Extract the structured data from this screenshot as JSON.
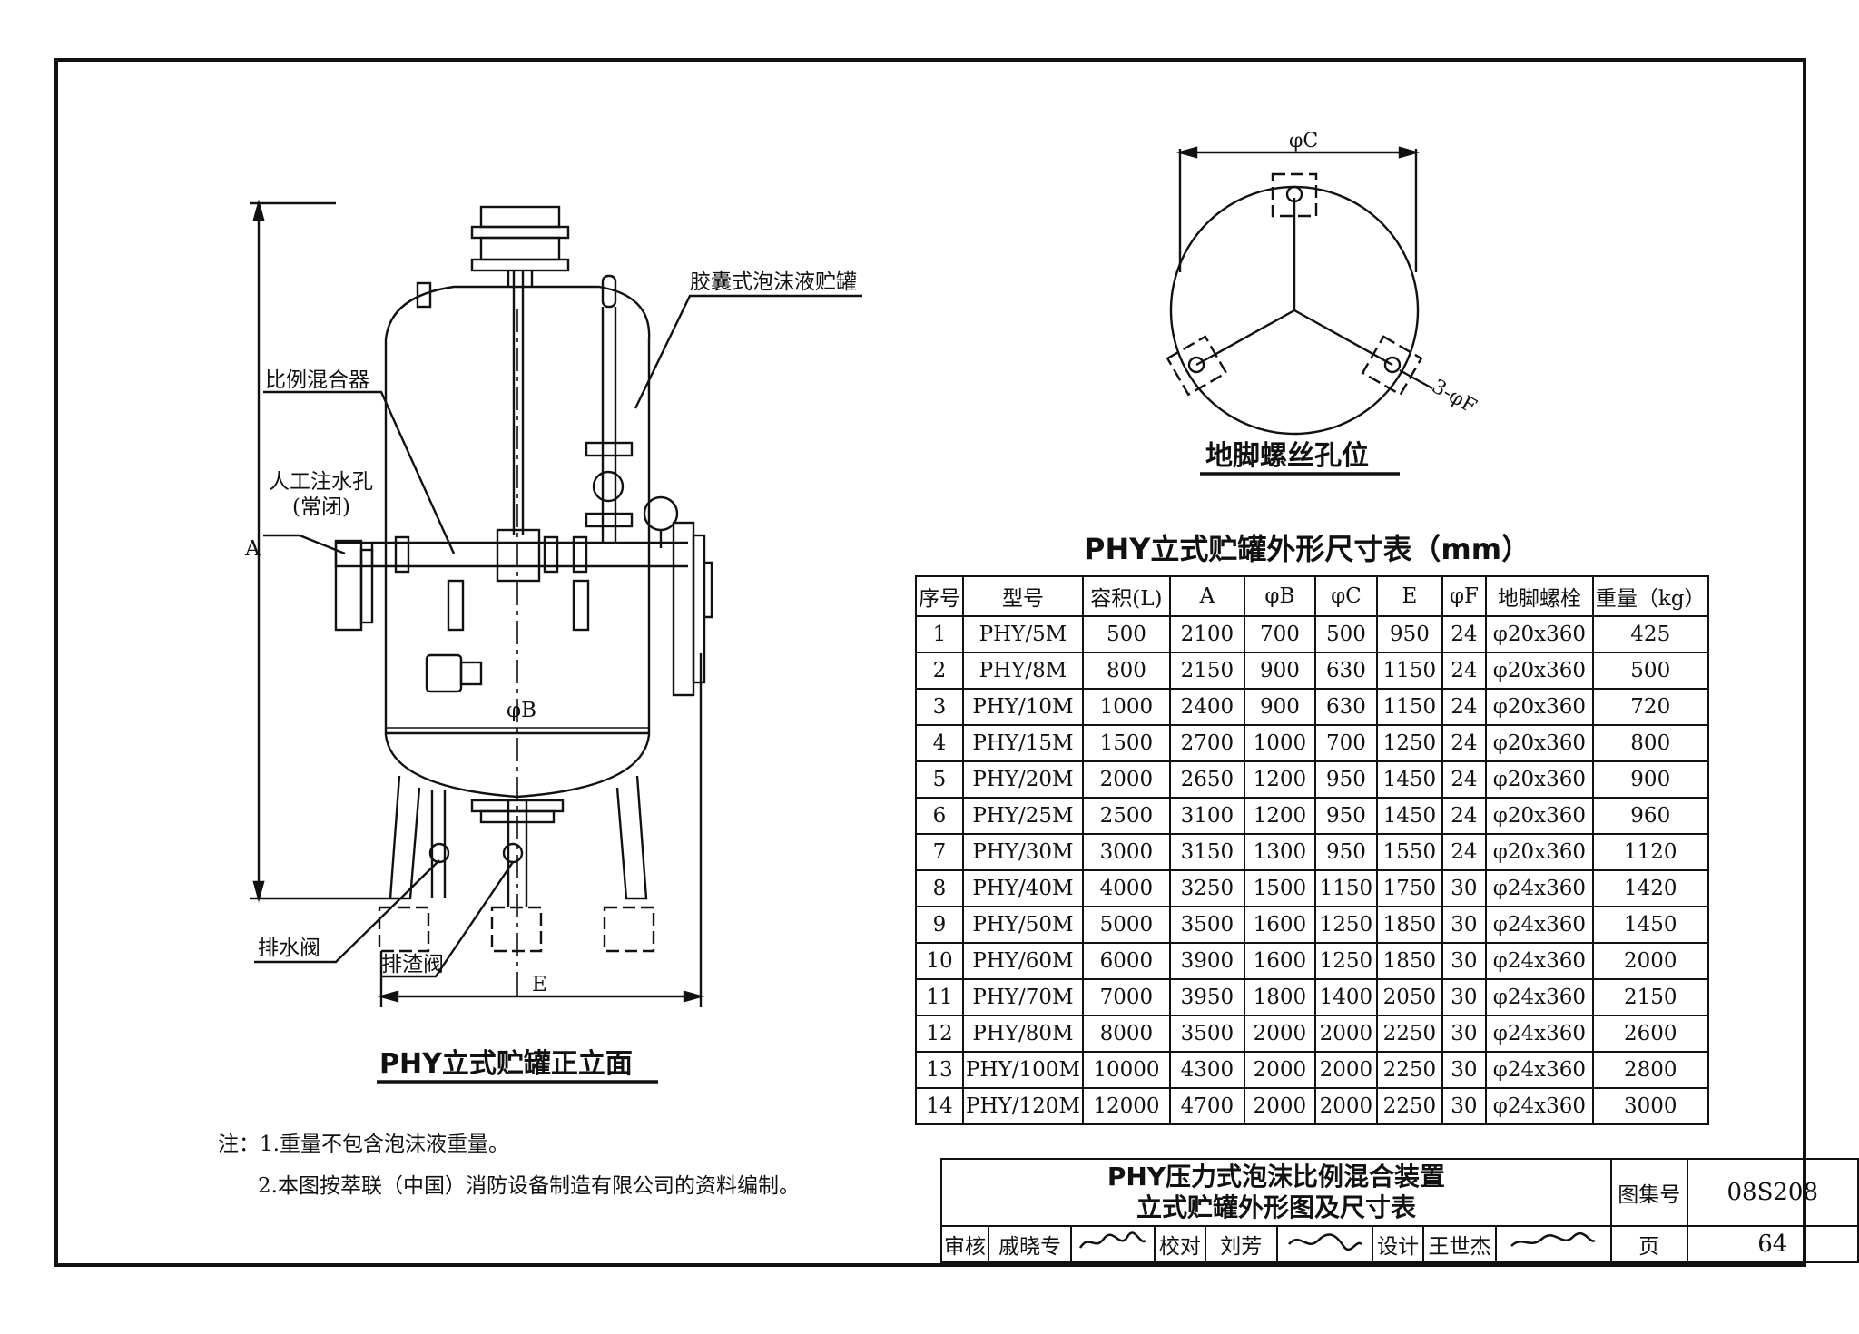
{
  "drawing": {
    "tank_labels": {
      "tank": "胶囊式泡沫液贮罐",
      "mixer": "比例混合器",
      "fill_hole": "人工注水孔",
      "fill_hole_note": "(常闭)",
      "drain_valve": "排水阀",
      "slag_valve": "排渣阀",
      "dim_a": "A",
      "dim_b": "φB",
      "dim_e": "E"
    },
    "elevation_title": "PHY立式贮罐正立面",
    "bolt_plan": {
      "dim_c": "φC",
      "dim_f": "3-φF",
      "title": "地脚螺丝孔位"
    }
  },
  "spec_table": {
    "title": "PHY立式贮罐外形尺寸表（mm）",
    "headers": [
      "序号",
      "型号",
      "容积(L)",
      "A",
      "φB",
      "φC",
      "E",
      "φF",
      "地脚螺栓",
      "重量（kg）"
    ],
    "rows": [
      [
        "1",
        "PHY/5M",
        "500",
        "2100",
        "700",
        "500",
        "950",
        "24",
        "φ20x360",
        "425"
      ],
      [
        "2",
        "PHY/8M",
        "800",
        "2150",
        "900",
        "630",
        "1150",
        "24",
        "φ20x360",
        "500"
      ],
      [
        "3",
        "PHY/10M",
        "1000",
        "2400",
        "900",
        "630",
        "1150",
        "24",
        "φ20x360",
        "720"
      ],
      [
        "4",
        "PHY/15M",
        "1500",
        "2700",
        "1000",
        "700",
        "1250",
        "24",
        "φ20x360",
        "800"
      ],
      [
        "5",
        "PHY/20M",
        "2000",
        "2650",
        "1200",
        "950",
        "1450",
        "24",
        "φ20x360",
        "900"
      ],
      [
        "6",
        "PHY/25M",
        "2500",
        "3100",
        "1200",
        "950",
        "1450",
        "24",
        "φ20x360",
        "960"
      ],
      [
        "7",
        "PHY/30M",
        "3000",
        "3150",
        "1300",
        "950",
        "1550",
        "24",
        "φ20x360",
        "1120"
      ],
      [
        "8",
        "PHY/40M",
        "4000",
        "3250",
        "1500",
        "1150",
        "1750",
        "30",
        "φ24x360",
        "1420"
      ],
      [
        "9",
        "PHY/50M",
        "5000",
        "3500",
        "1600",
        "1250",
        "1850",
        "30",
        "φ24x360",
        "1450"
      ],
      [
        "10",
        "PHY/60M",
        "6000",
        "3900",
        "1600",
        "1250",
        "1850",
        "30",
        "φ24x360",
        "2000"
      ],
      [
        "11",
        "PHY/70M",
        "7000",
        "3950",
        "1800",
        "1400",
        "2050",
        "30",
        "φ24x360",
        "2150"
      ],
      [
        "12",
        "PHY/80M",
        "8000",
        "3500",
        "2000",
        "2000",
        "2250",
        "30",
        "φ24x360",
        "2600"
      ],
      [
        "13",
        "PHY/100M",
        "10000",
        "4300",
        "2000",
        "2000",
        "2250",
        "30",
        "φ24x360",
        "2800"
      ],
      [
        "14",
        "PHY/120M",
        "12000",
        "4700",
        "2000",
        "2000",
        "2250",
        "30",
        "φ24x360",
        "3000"
      ]
    ]
  },
  "notes": {
    "prefix": "注：",
    "items": [
      "1.重量不包含泡沫液重量。",
      "2.本图按萃联（中国）消防设备制造有限公司的资料编制。"
    ]
  },
  "title_block": {
    "title_line1": "PHY压力式泡沫比例混合装置",
    "title_line2": "立式贮罐外形图及尺寸表",
    "atlas_label": "图集号",
    "atlas_no": "08S208",
    "review_label": "审核",
    "reviewer": "戚晓专",
    "check_label": "校对",
    "checker": "刘芳",
    "design_label": "设计",
    "designer": "王世杰",
    "page_label": "页",
    "page_no": "64"
  }
}
